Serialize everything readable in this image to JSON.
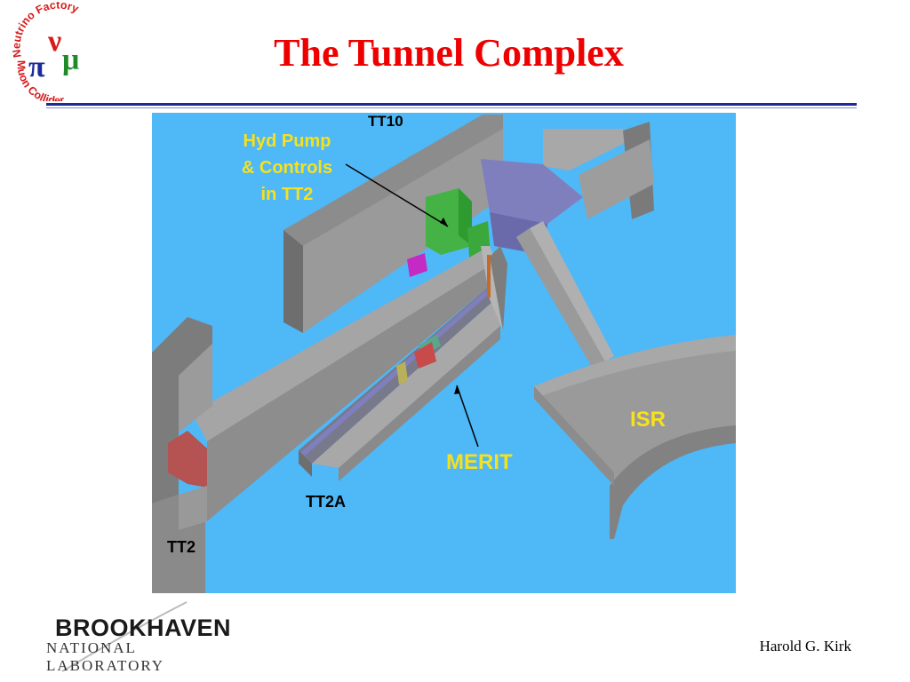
{
  "logo": {
    "top_text": "Neutrino Factory",
    "bottom_text": "Muon Collider",
    "nu_symbol": "ν",
    "pi_symbol": "π",
    "mu_symbol": "μ"
  },
  "title": "The Tunnel Complex",
  "diagram": {
    "labels": {
      "tt10": "TT10",
      "hyd_pump_line1": "Hyd Pump",
      "hyd_pump_line2": "& Controls",
      "hyd_pump_line3": "in TT2",
      "isr": "ISR",
      "merit": "MERIT",
      "tt2a": "TT2A",
      "tt2": "TT2"
    },
    "colors": {
      "background": "#4fb8f7",
      "wall": "#8c8c8c",
      "wall_light": "#a8a8a8",
      "wall_dark": "#6e6e6e",
      "label_yellow": "#f7e11c"
    }
  },
  "footer": {
    "org_line1": "BROOKHAVEN",
    "org_line2": "NATIONAL LABORATORY",
    "author": "Harold G. Kirk"
  }
}
